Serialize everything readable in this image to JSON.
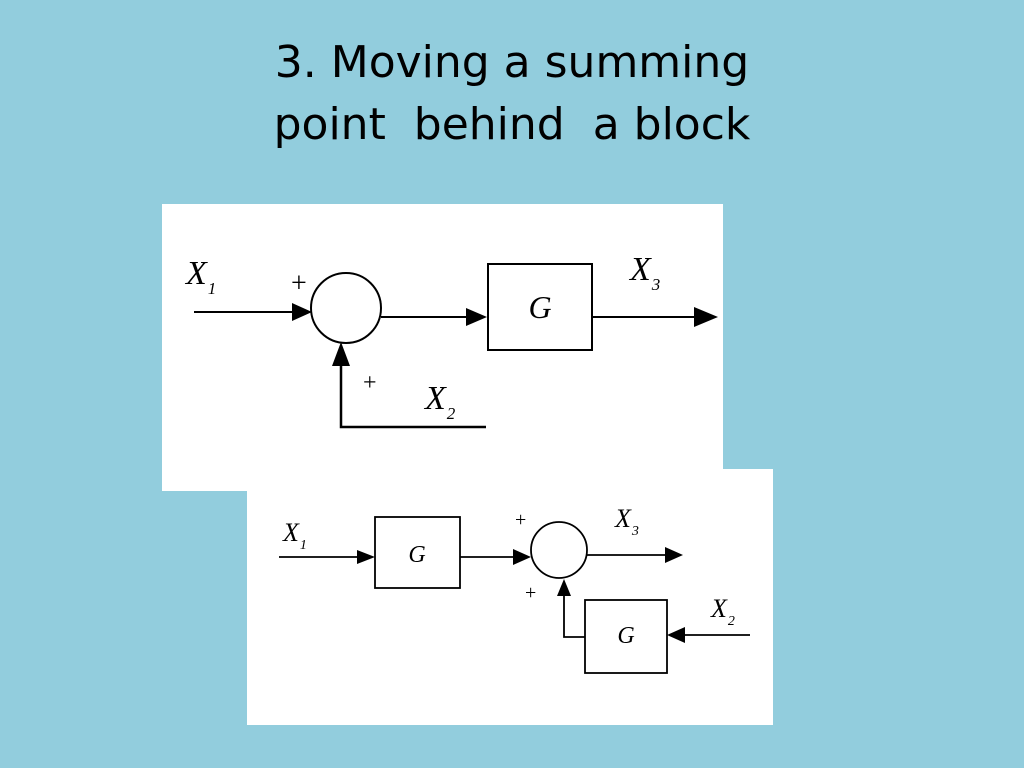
{
  "title": {
    "line1": "3. Moving a summing",
    "line2": "point  behind  a block"
  },
  "colors": {
    "background": "#92cddd",
    "panel": "#ffffff",
    "ink": "#000000"
  },
  "diagram_original": {
    "block_label": "G",
    "input1": {
      "letter": "X",
      "sub": "1"
    },
    "input2": {
      "letter": "X",
      "sub": "2"
    },
    "output": {
      "letter": "X",
      "sub": "3"
    },
    "sign_main": "+",
    "sign_feedback": "+"
  },
  "diagram_equivalent": {
    "block1_label": "G",
    "block2_label": "G",
    "input1": {
      "letter": "X",
      "sub": "1"
    },
    "input2": {
      "letter": "X",
      "sub": "2"
    },
    "output": {
      "letter": "X",
      "sub": "3"
    },
    "sign_main": "+",
    "sign_feedback": "+"
  }
}
